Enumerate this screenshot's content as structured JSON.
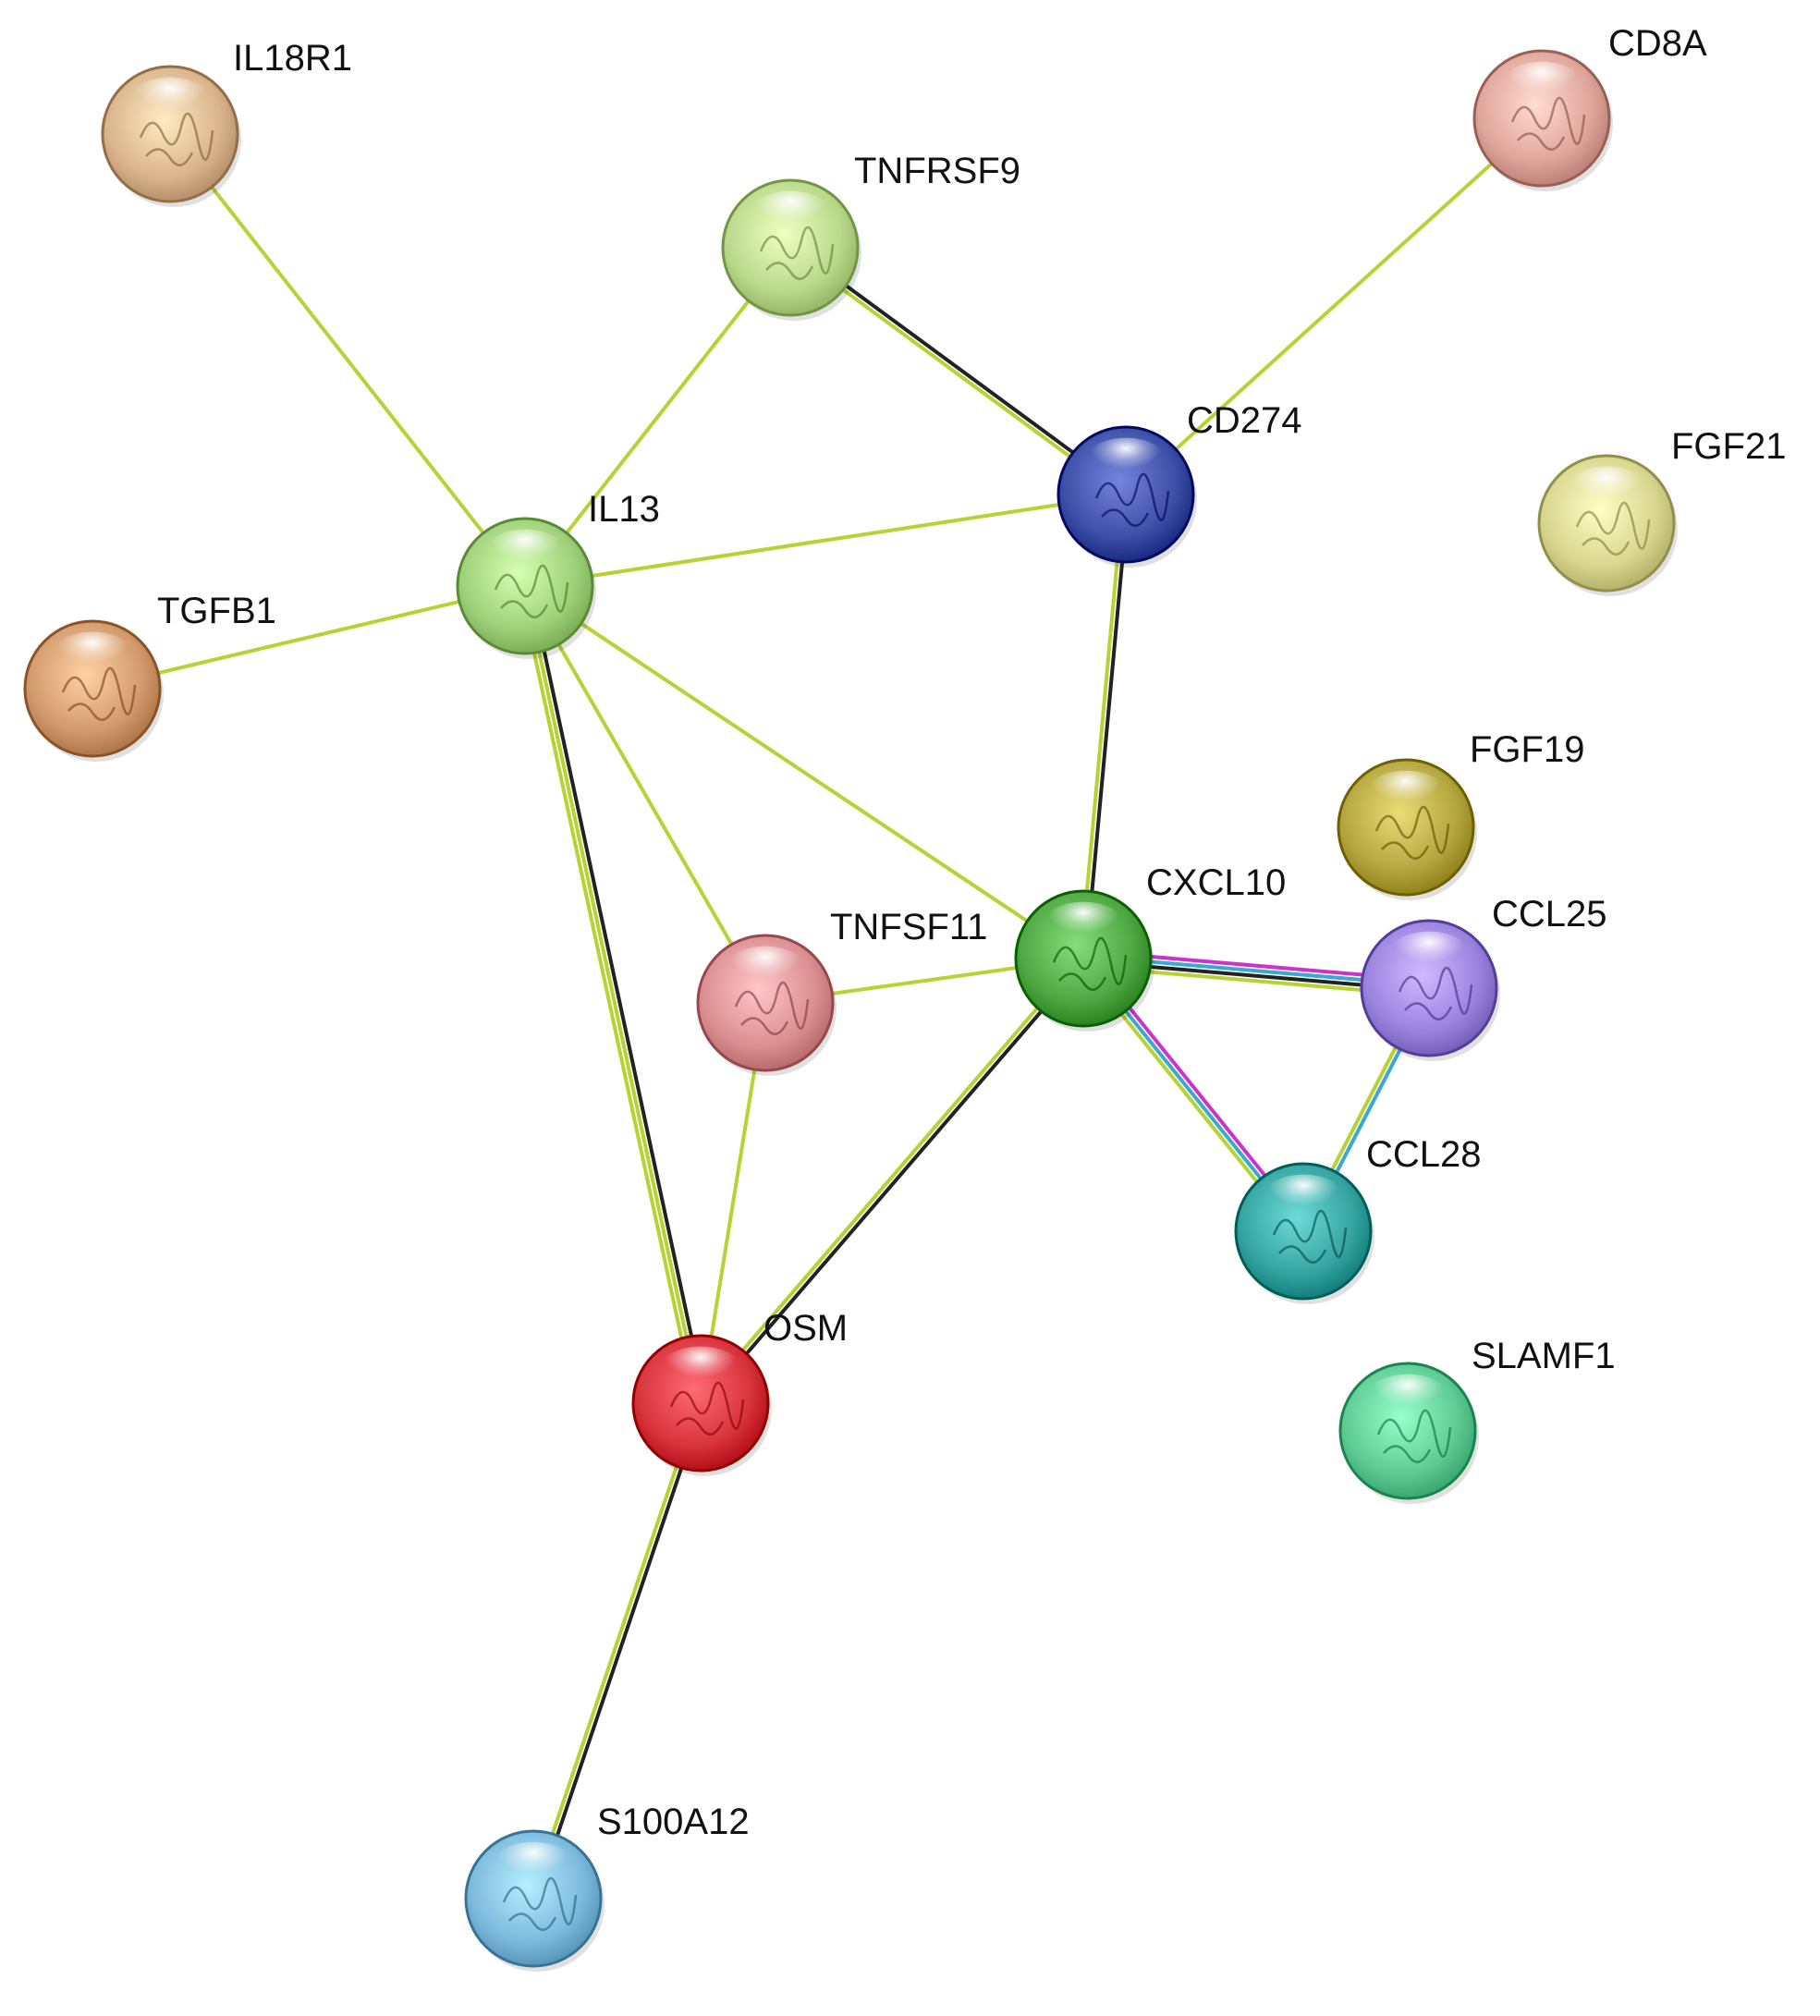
{
  "colors": {
    "textmining": "#b5d334",
    "coexpression": "#222222",
    "experimental": "#cc33cc",
    "database": "#3aa8d0"
  },
  "nodes": [
    {
      "id": "IL18R1",
      "label": "IL18R1",
      "color": "#d9b48c"
    },
    {
      "id": "CD8A",
      "label": "CD8A",
      "color": "#e0a59a"
    },
    {
      "id": "TNFRSF9",
      "label": "TNFRSF9",
      "color": "#b9d98b"
    },
    {
      "id": "CD274",
      "label": "CD274",
      "color": "#3c4ea6"
    },
    {
      "id": "FGF21",
      "label": "FGF21",
      "color": "#d8d58e"
    },
    {
      "id": "IL13",
      "label": "IL13",
      "color": "#9fd07a"
    },
    {
      "id": "TGFB1",
      "label": "TGFB1",
      "color": "#d29a6c"
    },
    {
      "id": "FGF19",
      "label": "FGF19",
      "color": "#b3a63e"
    },
    {
      "id": "CXCL10",
      "label": "CXCL10",
      "color": "#4ea743"
    },
    {
      "id": "CCL25",
      "label": "CCL25",
      "color": "#9a83de"
    },
    {
      "id": "TNFSF11",
      "label": "TNFSF11",
      "color": "#db8f92"
    },
    {
      "id": "CCL28",
      "label": "CCL28",
      "color": "#35a3a0"
    },
    {
      "id": "SLAMF1",
      "label": "SLAMF1",
      "color": "#5fcb94"
    },
    {
      "id": "OSM",
      "label": "OSM",
      "color": "#d8333d"
    },
    {
      "id": "S100A12",
      "label": "S100A12",
      "color": "#7db9dc"
    }
  ],
  "edges": [
    {
      "source": "IL18R1",
      "target": "IL13",
      "types": [
        "textmining"
      ]
    },
    {
      "source": "TNFRSF9",
      "target": "IL13",
      "types": [
        "textmining"
      ]
    },
    {
      "source": "TNFRSF9",
      "target": "CD274",
      "types": [
        "coexpression",
        "textmining"
      ]
    },
    {
      "source": "CD8A",
      "target": "CD274",
      "types": [
        "textmining"
      ]
    },
    {
      "source": "IL13",
      "target": "CD274",
      "types": [
        "textmining"
      ]
    },
    {
      "source": "TGFB1",
      "target": "IL13",
      "types": [
        "textmining"
      ]
    },
    {
      "source": "CD274",
      "target": "CXCL10",
      "types": [
        "coexpression",
        "textmining"
      ]
    },
    {
      "source": "IL13",
      "target": "CXCL10",
      "types": [
        "textmining"
      ]
    },
    {
      "source": "IL13",
      "target": "TNFSF11",
      "types": [
        "textmining"
      ]
    },
    {
      "source": "IL13",
      "target": "OSM",
      "types": [
        "coexpression",
        "textmining",
        "textmining"
      ]
    },
    {
      "source": "TNFSF11",
      "target": "CXCL10",
      "types": [
        "textmining"
      ]
    },
    {
      "source": "TNFSF11",
      "target": "OSM",
      "types": [
        "textmining"
      ]
    },
    {
      "source": "CXCL10",
      "target": "OSM",
      "types": [
        "coexpression",
        "textmining"
      ]
    },
    {
      "source": "CXCL10",
      "target": "CCL25",
      "types": [
        "experimental",
        "database",
        "coexpression",
        "textmining"
      ]
    },
    {
      "source": "CXCL10",
      "target": "CCL28",
      "types": [
        "experimental",
        "database",
        "textmining"
      ]
    },
    {
      "source": "CCL25",
      "target": "CCL28",
      "types": [
        "database",
        "textmining"
      ]
    },
    {
      "source": "OSM",
      "target": "S100A12",
      "types": [
        "coexpression",
        "textmining"
      ]
    }
  ]
}
